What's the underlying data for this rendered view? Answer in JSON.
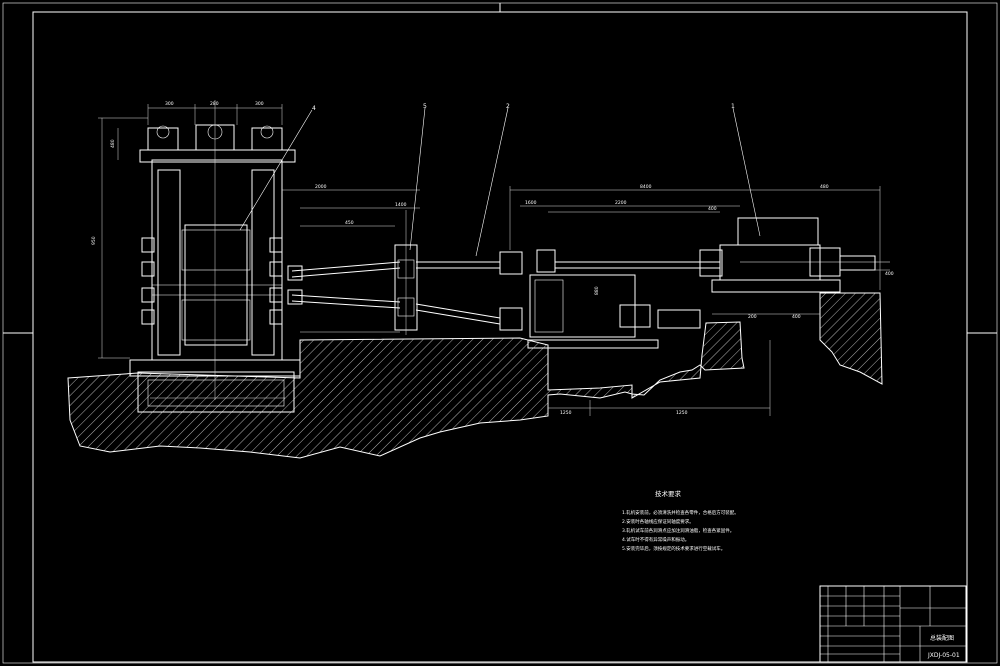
{
  "notes": {
    "title": "技术要求",
    "items": [
      "1.轧机安装前，必须清洗并检查各零件，合格后方可装配。",
      "2.安装时各轴线应保证同轴度要求。",
      "3.轧机试车前各润滑点应加注润滑油脂，检查各紧固件。",
      "4.试车时不得有异常噪声和振动。",
      "5.安装完毕后，须按规定的技术要求进行空载试车。"
    ]
  },
  "title_block": {
    "drawing_no": "JXDJ-05-01",
    "name": "总装配图"
  },
  "balloons": [
    "4",
    "5",
    "2",
    "1"
  ],
  "dimensions": {
    "top_a": "300",
    "top_b": "280",
    "top_c": "300",
    "left_a": "950",
    "left_b": "480",
    "mid_a": "2000",
    "mid_b": "1400",
    "mid_c": "450",
    "long_a": "8400",
    "long_b": "1600",
    "long_c": "2200",
    "long_d": "400",
    "long_e": "480",
    "bot_a": "1250",
    "bot_b": "1250",
    "bot_c": "200",
    "bot_d": "400",
    "right_a": "400",
    "gear_a": "880"
  }
}
